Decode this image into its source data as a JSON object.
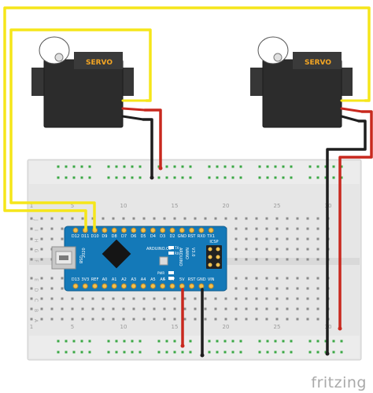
{
  "servos": [
    {
      "label": "SERVO"
    },
    {
      "label": "SERVO"
    }
  ],
  "breadboard": {
    "column_numbers": [
      "1",
      "5",
      "10",
      "15",
      "20",
      "25",
      "30"
    ],
    "row_letters_top": [
      "J",
      "I",
      "H",
      "G",
      "F"
    ],
    "row_letters_bottom": [
      "E",
      "D",
      "C",
      "B",
      "A"
    ]
  },
  "arduino": {
    "top_pins": [
      "D12",
      "D11",
      "D10",
      "D9",
      "D8",
      "D7",
      "D6",
      "D5",
      "D4",
      "D3",
      "D2",
      "GND",
      "RST",
      "RX0",
      "TX1"
    ],
    "bottom_pins": [
      "D13",
      "3V3",
      "REF",
      "A0",
      "A1",
      "A2",
      "A3",
      "A4",
      "A5",
      "A6",
      "A7",
      "5V",
      "RST",
      "GND",
      "VIN"
    ],
    "board_text": [
      "ARDUINO.CC",
      "ARDUINO",
      "NANO",
      "V3.0"
    ],
    "led_labels": [
      "TX",
      "RX",
      "PWR",
      "L"
    ],
    "icsp_label": "ICSP",
    "usb_label": "USB",
    "mode_label": "2020"
  },
  "brand": "fritzing",
  "colors": {
    "signal_wire": "#f5e61a",
    "power_wire": "#c8281e",
    "ground_wire": "#1e1e1e",
    "arduino_board": "#1479b8",
    "breadboard": "#e6e6e6"
  }
}
